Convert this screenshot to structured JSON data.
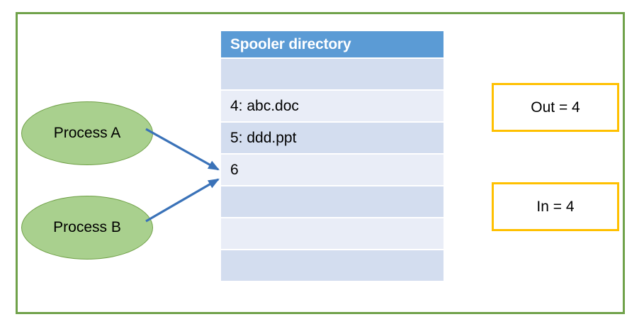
{
  "diagram": {
    "frame_color": "#70A24A",
    "table": {
      "header": "Spooler directory",
      "header_color": "#5B9BD5",
      "rows": [
        {
          "text": "",
          "shade": "dark"
        },
        {
          "text": "4: abc.doc",
          "shade": "light"
        },
        {
          "text": "5: ddd.ppt",
          "shade": "dark"
        },
        {
          "text": "6",
          "shade": "light"
        },
        {
          "text": "",
          "shade": "dark"
        },
        {
          "text": "",
          "shade": "light"
        },
        {
          "text": "",
          "shade": "dark"
        }
      ]
    },
    "processes": [
      {
        "label": "Process A",
        "fill": "#A9D08E"
      },
      {
        "label": "Process B",
        "fill": "#A9D08E"
      }
    ],
    "counters": [
      {
        "label": "Out = 4",
        "border": "#FFC000"
      },
      {
        "label": "In = 4",
        "border": "#FFC000"
      }
    ],
    "arrows": {
      "color": "#3A72B8",
      "description": "Process A and Process B both point to spooler slot 6"
    }
  }
}
